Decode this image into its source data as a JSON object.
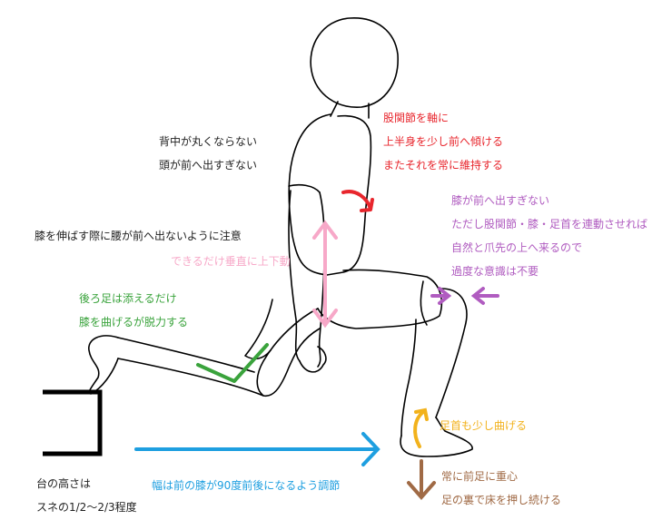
{
  "annotations": {
    "back_neck": [
      "背中が丸くならない",
      "頭が前へ出すぎない"
    ],
    "hip_axis": [
      "股関節を軸に",
      "上半身を少し前へ傾ける",
      "またそれを常に維持する"
    ],
    "knee": [
      "膝が前へ出すぎない",
      "ただし股関節・膝・足首を連動させれば",
      "自然と爪先の上へ来るので",
      "過度な意識は不要"
    ],
    "hip_forward": "膝を伸ばす際に腰が前へ出ないように注意",
    "vertical": "できるだけ垂直に上下動",
    "rear_leg": [
      "後ろ足は添えるだけ",
      "膝を曲げるが脱力する"
    ],
    "ankle": "足首も少し曲げる",
    "width": "幅は前の膝が90度前後になるよう調節",
    "weight": [
      "常に前足に重心",
      "足の裏で床を押し続ける"
    ],
    "platform": [
      "台の高さは",
      "スネの1/2〜2/3程度"
    ]
  },
  "colors": {
    "red": "#e8262d",
    "purple": "#b05cc0",
    "pink": "#f7a8c8",
    "green": "#3aa33c",
    "yellow": "#f2b21c",
    "blue": "#1e9fe0",
    "brown": "#a06a45"
  }
}
